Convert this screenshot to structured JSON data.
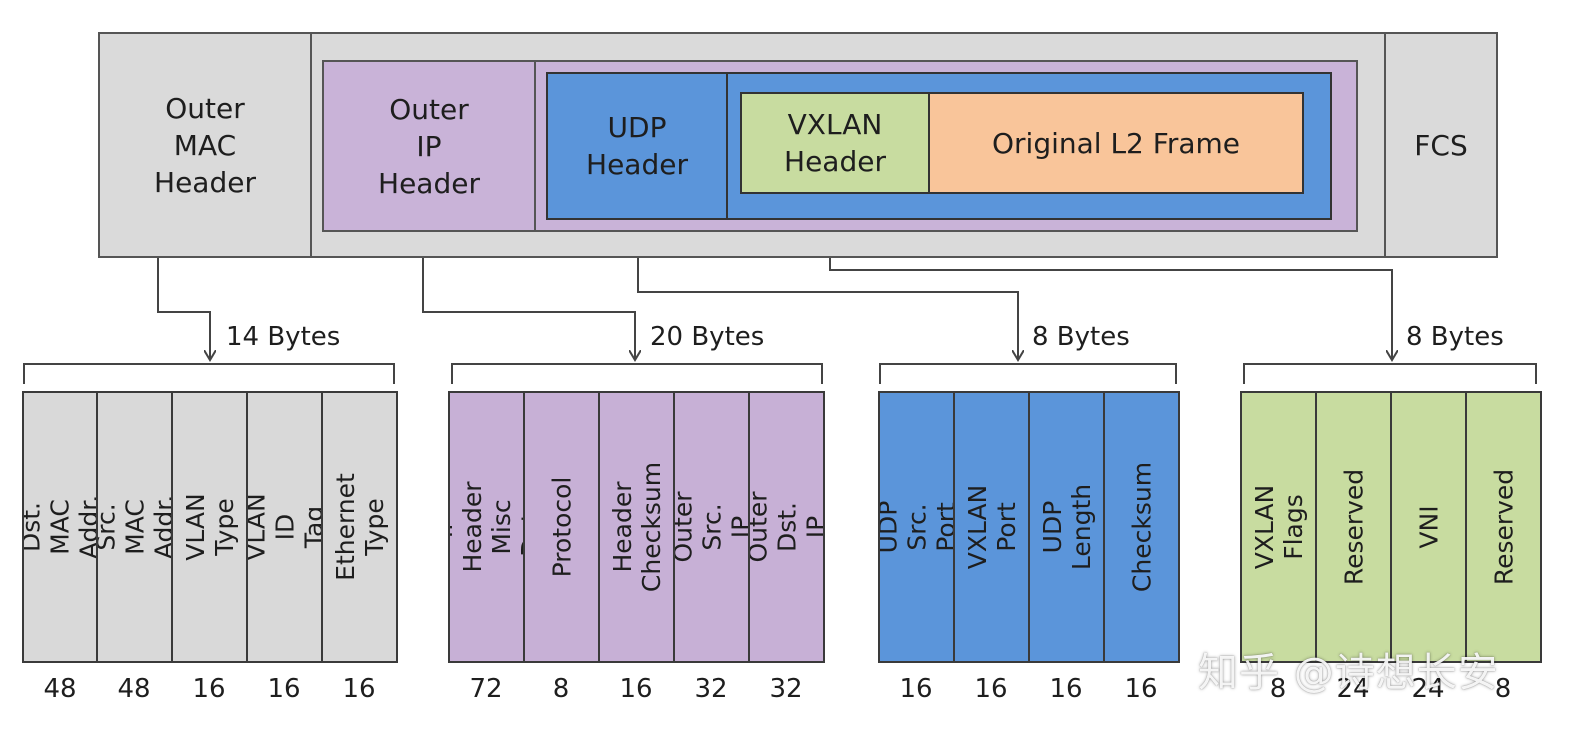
{
  "packet": {
    "outer_mac": "Outer\nMAC\nHeader",
    "outer_ip": "Outer\nIP\nHeader",
    "udp": "UDP\nHeader",
    "vxlan": "VXLAN\nHeader",
    "original": "Original L2 Frame",
    "fcs": "FCS"
  },
  "groups": [
    {
      "bytes": "14 Bytes",
      "color": "#d9d9d9",
      "fields": [
        {
          "label": "Dst. MAC Addr.",
          "bits": "48"
        },
        {
          "label": "Src. MAC Addr.",
          "bits": "48"
        },
        {
          "label": "VLAN Type",
          "bits": "16"
        },
        {
          "label": "VLAN ID\nTag",
          "bits": "16"
        },
        {
          "label": "Ethernet Type",
          "bits": "16"
        }
      ]
    },
    {
      "bytes": "20 Bytes",
      "color": "#c7b0d6",
      "fields": [
        {
          "label": "IP Header\nMisc Data",
          "bits": "72"
        },
        {
          "label": "Protocol",
          "bits": "8"
        },
        {
          "label": "Header\nChecksum",
          "bits": "16"
        },
        {
          "label": "Outer Src. IP",
          "bits": "32"
        },
        {
          "label": "Outer Dst. IP",
          "bits": "32"
        }
      ]
    },
    {
      "bytes": "8 Bytes",
      "color": "#5b95da",
      "fields": [
        {
          "label": "UDP Src. Port",
          "bits": "16"
        },
        {
          "label": "VXLAN Port",
          "bits": "16"
        },
        {
          "label": "UDP Length",
          "bits": "16"
        },
        {
          "label": "Checksum",
          "bits": "16"
        }
      ]
    },
    {
      "bytes": "8 Bytes",
      "color": "#c8dca0",
      "fields": [
        {
          "label": "VXLAN Flags",
          "bits": "8"
        },
        {
          "label": "Reserved",
          "bits": "24"
        },
        {
          "label": "VNI",
          "bits": "24"
        },
        {
          "label": "Reserved",
          "bits": "8"
        }
      ]
    }
  ],
  "colors": {
    "outer_mac": "#dadada",
    "outer_ip": "#c9b3d8",
    "udp": "#5b95da",
    "vxlan": "#c8dca0",
    "original": "#f9c59a",
    "fcs": "#dadada"
  },
  "watermark": "知乎 @诗想长安"
}
